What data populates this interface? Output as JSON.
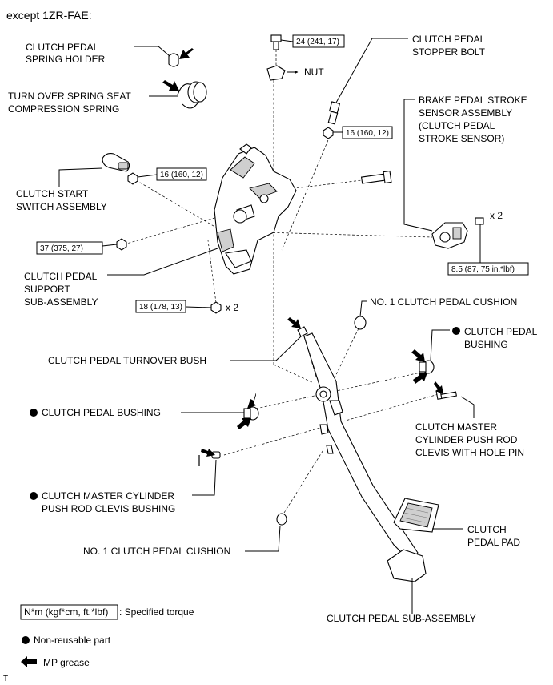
{
  "header": {
    "variant": "except 1ZR-FAE:"
  },
  "labels": {
    "spring_holder": [
      "CLUTCH PEDAL",
      "SPRING HOLDER"
    ],
    "turnover_spring": [
      "TURN OVER SPRING SEAT",
      "COMPRESSION SPRING"
    ],
    "start_switch": [
      "CLUTCH START",
      "SWITCH ASSEMBLY"
    ],
    "support": [
      "CLUTCH PEDAL",
      "SUPPORT",
      "SUB-ASSEMBLY"
    ],
    "nut": "NUT",
    "stopper_bolt": [
      "CLUTCH PEDAL",
      "STOPPER BOLT"
    ],
    "stroke_sensor": [
      "BRAKE PEDAL STROKE",
      "SENSOR ASSEMBLY",
      "(CLUTCH PEDAL",
      "STROKE SENSOR)"
    ],
    "cushion_upper": "NO. 1 CLUTCH PEDAL CUSHION",
    "bushing_right": [
      "CLUTCH PEDAL",
      "BUSHING"
    ],
    "turnover_bush": "CLUTCH PEDAL TURNOVER BUSH",
    "bushing_left": "CLUTCH PEDAL BUSHING",
    "push_rod_pin": [
      "CLUTCH MASTER",
      "CYLINDER PUSH ROD",
      "CLEVIS WITH HOLE PIN"
    ],
    "push_rod_bushing": [
      "CLUTCH MASTER CYLINDER",
      "PUSH ROD CLEVIS BUSHING"
    ],
    "cushion_lower": "NO. 1 CLUTCH PEDAL CUSHION",
    "pedal_pad": [
      "CLUTCH",
      "PEDAL PAD"
    ],
    "pedal_sub": "CLUTCH PEDAL SUB-ASSEMBLY"
  },
  "torques": {
    "t24": "24 (241, 17)",
    "t16a": "16 (160, 12)",
    "t16b": "16 (160, 12)",
    "t37": "37 (375, 27)",
    "t18": "18 (178, 13)",
    "t85": "8.5 (87, 75 in.*lbf)"
  },
  "multipliers": {
    "x2_sensor": "x 2",
    "x2_support": "x 2"
  },
  "legend": {
    "torque_box": "N*m (kgf*cm, ft.*lbf)",
    "torque_text": ": Specified torque",
    "non_reusable": "Non-reusable part",
    "grease": "MP grease"
  },
  "footer": {
    "mark": "T"
  }
}
